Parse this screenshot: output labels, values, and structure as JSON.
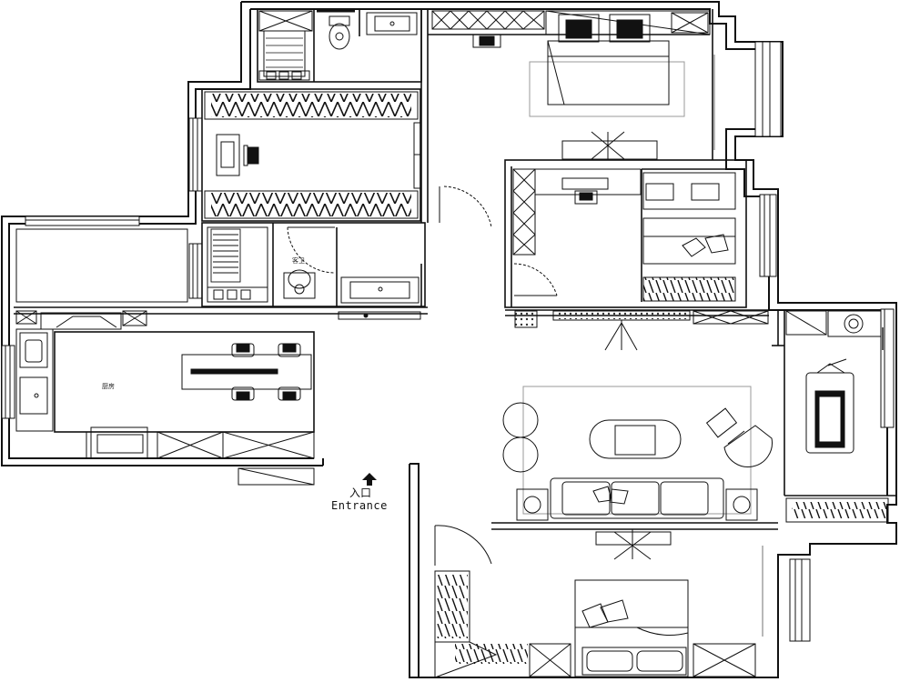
{
  "labels": {
    "kitchen": "厨房",
    "guest_bath": "客卫",
    "entrance_cn": "入口",
    "entrance_en": "Entrance"
  },
  "colors": {
    "line": "#111111",
    "wall_fill": "#ffffff",
    "thin": "#333333",
    "rug": "#9a9a9a"
  }
}
